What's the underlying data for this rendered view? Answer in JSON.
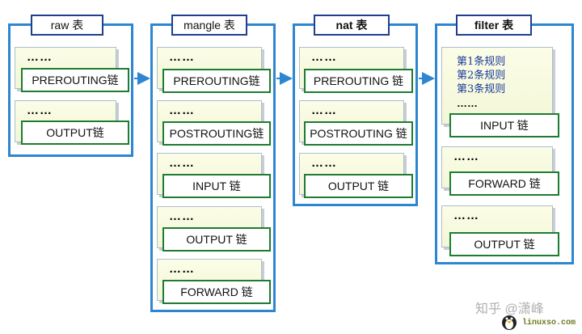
{
  "tables": [
    {
      "title": "raw 表",
      "chains": [
        "PREROUTING链",
        "OUTPUT链"
      ]
    },
    {
      "title": "mangle 表",
      "chains": [
        "PREROUTING链",
        "POSTROUTING链",
        "INPUT 链",
        "OUTPUT 链",
        "FORWARD 链"
      ]
    },
    {
      "title": "nat 表",
      "chains": [
        "PREROUTING 链",
        "POSTROUTING 链",
        "OUTPUT 链"
      ]
    },
    {
      "title": "filter 表",
      "rules": [
        "第1条规则",
        "第2条规则",
        "第3条规则"
      ],
      "chains": [
        "INPUT 链",
        "FORWARD 链",
        "OUTPUT 链"
      ]
    }
  ],
  "ellipsis": "……",
  "watermark": "知乎 @潇峰",
  "logo_text": "linuxso.com",
  "colors": {
    "table_border": "#2e86d1",
    "title_border": "#1f3f8f",
    "chain_border": "#1e7c31",
    "group_fill": "#f6f9dc",
    "rule_text": "#1a3a9a"
  }
}
